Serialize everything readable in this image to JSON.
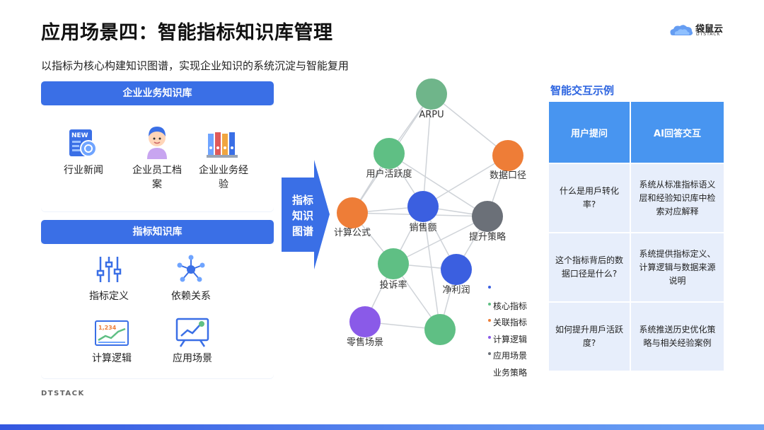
{
  "header": {
    "title": "应用场景四：智能指标知识库管理",
    "subtitle": "以指标为核心构建知识图谱，实现企业知识的系统沉淀与智能复用"
  },
  "brand": {
    "name": "袋鼠云",
    "sub": "DTSTACK",
    "footer": "DTSTACK"
  },
  "business_panel": {
    "title": "企业业务知识库",
    "items": [
      {
        "label": "行业新闻",
        "icon": "news-icon"
      },
      {
        "label": "企业员工档案",
        "icon": "employee-icon"
      },
      {
        "label": "企业业务经验",
        "icon": "binders-icon"
      }
    ]
  },
  "metric_panel": {
    "title": "指标知识库",
    "items": [
      {
        "label": "指标定义",
        "icon": "sliders-icon"
      },
      {
        "label": "依赖关系",
        "icon": "network-icon"
      },
      {
        "label": "计算逻辑",
        "icon": "calc-chart-icon"
      },
      {
        "label": "应用场景",
        "icon": "presentation-icon"
      }
    ],
    "calc_badge": "1,234"
  },
  "arrow": {
    "label": "指标知识图谱"
  },
  "graph": {
    "colors": {
      "green": "#5fbf84",
      "orange": "#ee7d37",
      "blue": "#3b5fe0",
      "gray": "#6b7078",
      "purple": "#8a5ae8",
      "topgreen": "#6fb58a",
      "edge": "#cfd3d8"
    },
    "nodes": [
      {
        "id": "arpu",
        "label": "ARPU",
        "color": "topgreen"
      },
      {
        "id": "active",
        "label": "用户活跃度",
        "color": "green"
      },
      {
        "id": "caliber",
        "label": "数据口径",
        "color": "orange"
      },
      {
        "id": "formula",
        "label": "计算公式",
        "color": "orange"
      },
      {
        "id": "sales",
        "label": "销售额",
        "color": "blue"
      },
      {
        "id": "strategy",
        "label": "提升策略",
        "color": "gray"
      },
      {
        "id": "complaint",
        "label": "投诉率",
        "color": "green"
      },
      {
        "id": "profit",
        "label": "净利润",
        "color": "blue"
      },
      {
        "id": "retail",
        "label": "零售场景",
        "color": "purple"
      },
      {
        "id": "extra",
        "label": "",
        "color": "green"
      }
    ],
    "edges": [
      [
        "arpu",
        "active"
      ],
      [
        "arpu",
        "caliber"
      ],
      [
        "arpu",
        "sales"
      ],
      [
        "arpu",
        "formula"
      ],
      [
        "active",
        "formula"
      ],
      [
        "active",
        "strategy"
      ],
      [
        "active",
        "sales"
      ],
      [
        "caliber",
        "strategy"
      ],
      [
        "caliber",
        "sales"
      ],
      [
        "formula",
        "sales"
      ],
      [
        "formula",
        "complaint"
      ],
      [
        "formula",
        "strategy"
      ],
      [
        "sales",
        "strategy"
      ],
      [
        "sales",
        "complaint"
      ],
      [
        "sales",
        "profit"
      ],
      [
        "sales",
        "extra"
      ],
      [
        "strategy",
        "complaint"
      ],
      [
        "strategy",
        "profit"
      ],
      [
        "complaint",
        "profit"
      ],
      [
        "complaint",
        "retail"
      ],
      [
        "complaint",
        "extra"
      ],
      [
        "profit",
        "extra"
      ],
      [
        "retail",
        "extra"
      ]
    ]
  },
  "legend": [
    {
      "label": "",
      "color": "blue"
    },
    {
      "label": "核心指标",
      "color": "green"
    },
    {
      "label": "关联指标",
      "color": "orange"
    },
    {
      "label": "计算逻辑",
      "color": "purple"
    },
    {
      "label": "应用场景",
      "color": "gray"
    },
    {
      "label": "业务策略",
      "color": "none"
    }
  ],
  "qa": {
    "title": "智能交互示例",
    "headers": [
      "用户提问",
      "AI回答交互"
    ],
    "rows": [
      {
        "q": "什么是用戶转化率?",
        "a": "系统从标准指标语义层和经验知识库中检索对应解释"
      },
      {
        "q": "这个指标背后的数据口径是什么?",
        "a": "系统提供指标定义、计算逻辑与数据来源说明"
      },
      {
        "q": "如何提升用戶活跃度?",
        "a": "系统推送历史优化策略与相关经验案例"
      }
    ]
  }
}
